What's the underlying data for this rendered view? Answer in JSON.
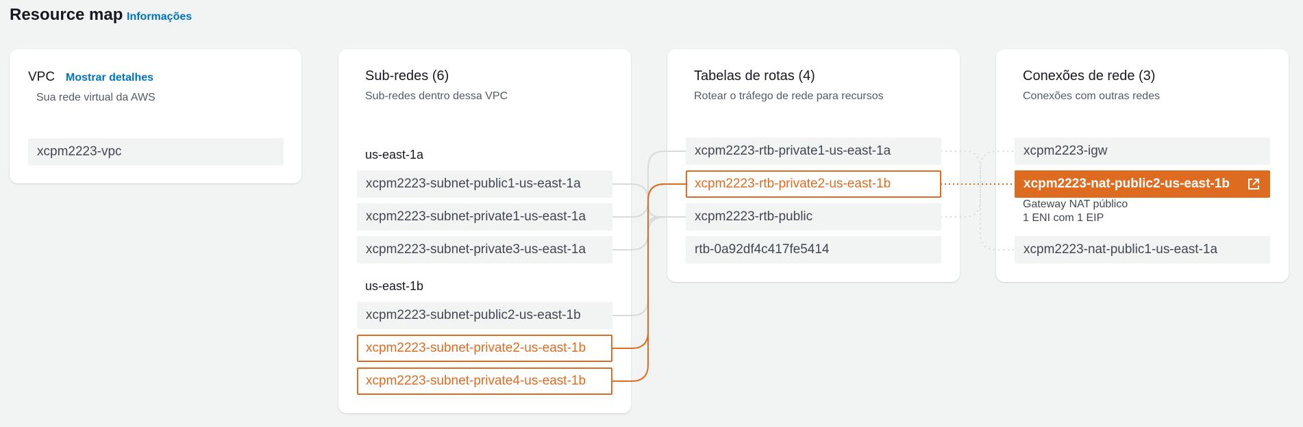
{
  "header": {
    "title": "Resource map",
    "info_link": "Informações"
  },
  "vpc": {
    "title": "VPC",
    "details_link": "Mostrar detalhes",
    "subtitle": "Sua rede virtual da AWS",
    "items": [
      "xcpm2223-vpc"
    ]
  },
  "subnets": {
    "title": "Sub-redes (6)",
    "subtitle": "Sub-redes dentro dessa VPC",
    "group_a": {
      "label": "us-east-1a",
      "items": [
        "xcpm2223-subnet-public1-us-east-1a",
        "xcpm2223-subnet-private1-us-east-1a",
        "xcpm2223-subnet-private3-us-east-1a"
      ]
    },
    "group_b": {
      "label": "us-east-1b",
      "items": [
        "xcpm2223-subnet-public2-us-east-1b",
        "xcpm2223-subnet-private2-us-east-1b",
        "xcpm2223-subnet-private4-us-east-1b"
      ]
    }
  },
  "route_tables": {
    "title": "Tabelas de rotas (4)",
    "subtitle": "Rotear o tráfego de rede para recursos",
    "items": [
      "xcpm2223-rtb-private1-us-east-1a",
      "xcpm2223-rtb-private2-us-east-1b",
      "xcpm2223-rtb-public",
      "rtb-0a92df4c417fe5414"
    ]
  },
  "connections": {
    "title": "Conexões de rede (3)",
    "subtitle": "Conexões com outras redes",
    "items": [
      "xcpm2223-igw",
      "xcpm2223-nat-public2-us-east-1b",
      "xcpm2223-nat-public1-us-east-1a"
    ],
    "nat_detail_line1": "Gateway NAT público",
    "nat_detail_line2": "1 ENI com 1 EIP",
    "external_icon": "external-link-icon"
  },
  "colors": {
    "accent": "#dd6b20",
    "link": "#0073bb",
    "item_bg": "#f2f3f3",
    "connector": "#d5dbdb"
  }
}
